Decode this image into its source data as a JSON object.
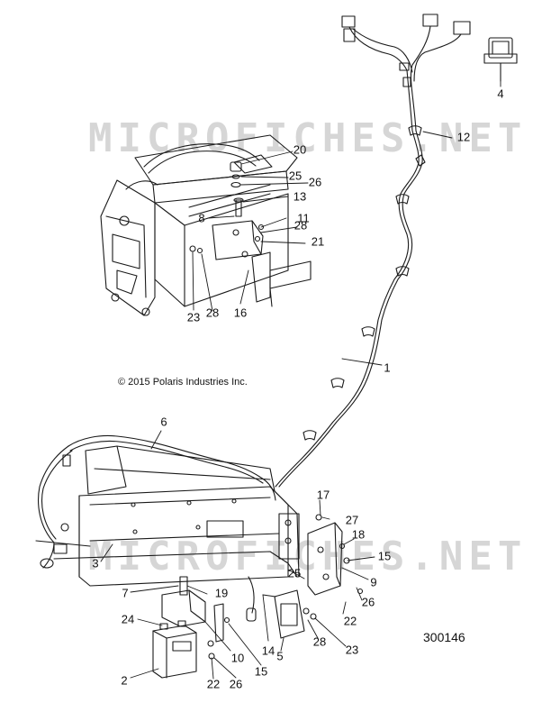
{
  "watermark": "MICROFICHES.NET",
  "copyright": "© 2015 Polaris Industries Inc.",
  "figure_number": "300146",
  "callouts": [
    "1",
    "2",
    "3",
    "4",
    "5",
    "6",
    "7",
    "8",
    "9",
    "10",
    "11",
    "12",
    "13",
    "14",
    "15",
    "15",
    "16",
    "17",
    "18",
    "19",
    "20",
    "21",
    "22",
    "22",
    "23",
    "23",
    "24",
    "25",
    "25",
    "26",
    "26",
    "26",
    "27",
    "28",
    "28",
    "28"
  ]
}
